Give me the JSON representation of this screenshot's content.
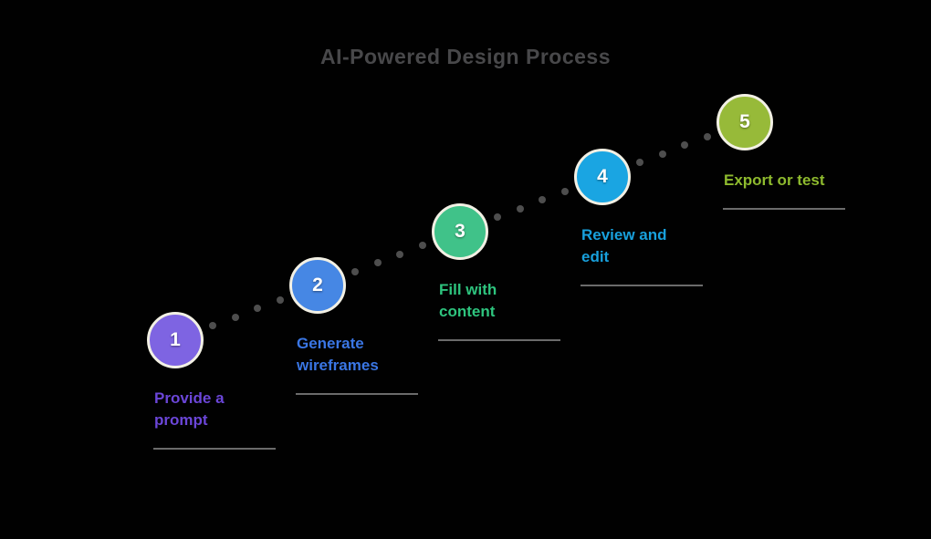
{
  "title": "AI-Powered Design Process",
  "title_color": "#48484a",
  "background_color": "#010101",
  "connector_dot_color": "#4e4e4e",
  "underline_color": "#6b6b6b",
  "circle_border_color": "#f2f0e4",
  "number_color": "#ffffff",
  "steps": [
    {
      "number": "1",
      "label": "Provide a\nprompt",
      "circle_color": "#7e64e2",
      "label_color": "#6b46d8"
    },
    {
      "number": "2",
      "label": "Generate\nwireframes",
      "circle_color": "#4687e4",
      "label_color": "#3a76e4"
    },
    {
      "number": "3",
      "label": "Fill with\ncontent",
      "circle_color": "#40c289",
      "label_color": "#2ec47e"
    },
    {
      "number": "4",
      "label": "Review and\nedit",
      "circle_color": "#1aa5e2",
      "label_color": "#18a0dc"
    },
    {
      "number": "5",
      "label": "Export or test",
      "circle_color": "#97ba39",
      "label_color": "#8eba2e"
    }
  ]
}
